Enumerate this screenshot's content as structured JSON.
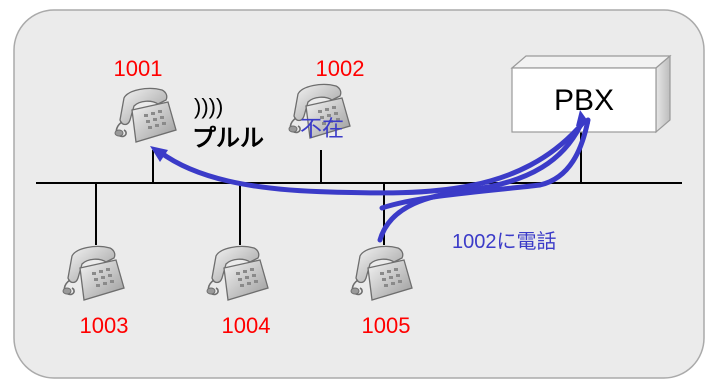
{
  "extensions": [
    {
      "id": "ext-1001",
      "label": "1001"
    },
    {
      "id": "ext-1002",
      "label": "1002"
    },
    {
      "id": "ext-1003",
      "label": "1003"
    },
    {
      "id": "ext-1004",
      "label": "1004"
    },
    {
      "id": "ext-1005",
      "label": "1005"
    }
  ],
  "pbx_label": "PBX",
  "ring_symbol": "))))",
  "ring_text": "プルル",
  "absent_text": "不在",
  "call_text": "1002に電話",
  "colors": {
    "extension_label": "#ff0000",
    "call_path": "#3b3bc8",
    "annotation_blue": "#3b3bc8",
    "panel_fill": "#ebebeb",
    "panel_border": "#aaaaaa",
    "bus_line": "#000000"
  }
}
